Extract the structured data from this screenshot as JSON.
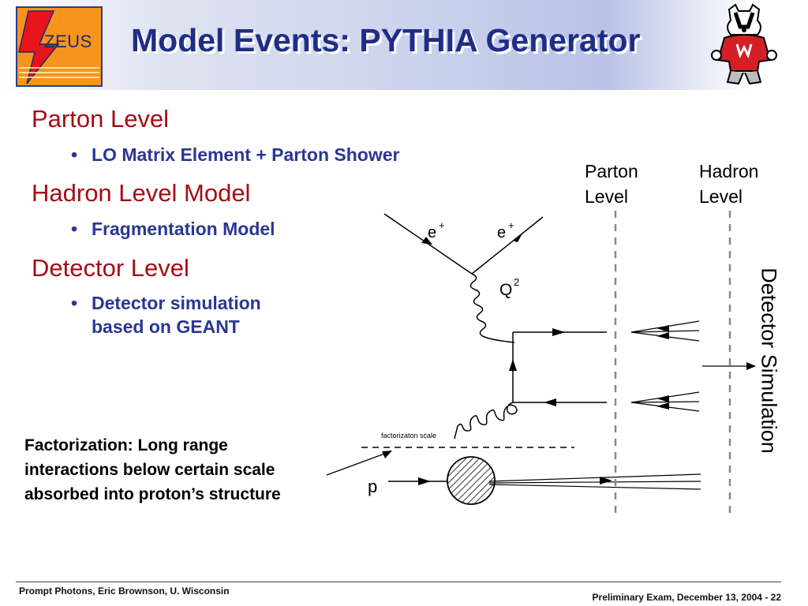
{
  "header": {
    "title": "Model Events: PYTHIA Generator",
    "logo_text": "ZEUS"
  },
  "sections": [
    {
      "heading": "Parton Level",
      "bullets": [
        "LO Matrix Element + Parton Shower"
      ]
    },
    {
      "heading": "Hadron Level Model",
      "bullets": [
        "Fragmentation Model"
      ]
    },
    {
      "heading": "Detector Level",
      "bullets": [
        "Detector simulation",
        "based on GEANT"
      ]
    }
  ],
  "diagram": {
    "parton_level_label": [
      "Parton",
      "Level"
    ],
    "hadron_level_label": [
      "Hadron",
      "Level"
    ],
    "detector_simulation_label": "Detector Simulation",
    "e_plus_in": "e",
    "e_plus_out": "e",
    "sup_plus": "+",
    "q2_label": "Q",
    "q2_sup": "2",
    "factorization_scale_label": "factorizaton scale",
    "proton_label": "p"
  },
  "factorization_note": [
    "Factorization:  Long range",
    "interactions below certain scale",
    "absorbed into proton’s structure"
  ],
  "footer": {
    "left": "Prompt Photons, Eric Brownson, U. Wisconsin",
    "right": "Preliminary Exam, December 13, 2004 - 22"
  },
  "colors": {
    "heading": "#a30d14",
    "bullet": "#2b3694",
    "title": "#1f2d86",
    "logo_bg": "#f7941d"
  }
}
